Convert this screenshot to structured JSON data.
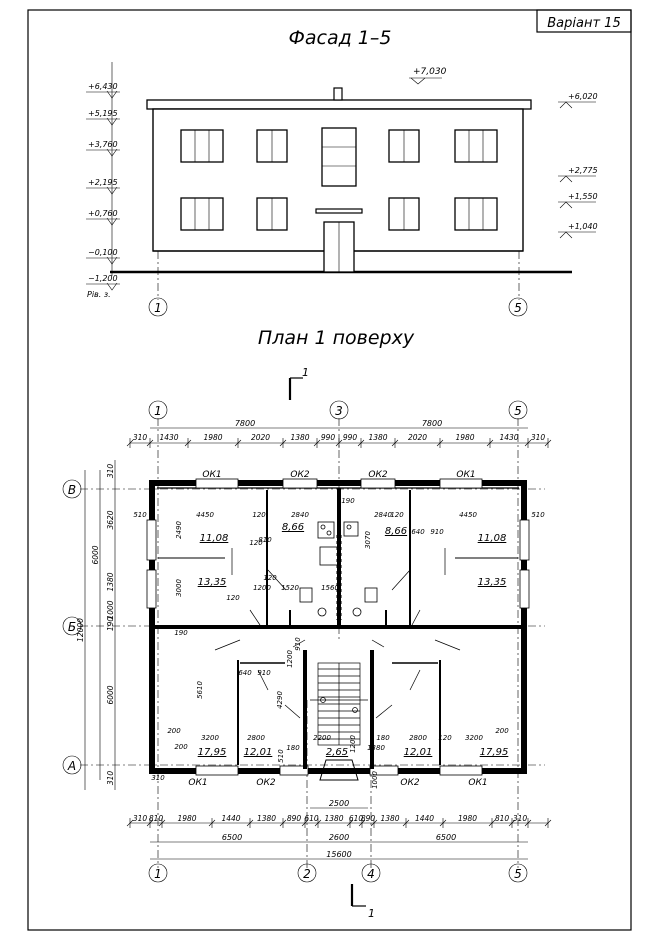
{
  "variant": "Варіант 15",
  "facade": {
    "title": "Фасад 1–5",
    "left_marks": [
      "+6,430",
      "+5,195",
      "+3,760",
      "+2,195",
      "+0,760",
      "−0,100",
      "−1,200"
    ],
    "ground_note": "Рів. з.",
    "right_marks": [
      "+6,020",
      "+2,775",
      "+1,550",
      "+1,040"
    ],
    "top_mark": "+7,030",
    "axes": [
      "1",
      "5"
    ]
  },
  "plan": {
    "title": "План 1 поверху",
    "section": "1",
    "axes_top": [
      "1",
      "3",
      "5"
    ],
    "axes_bottom": [
      "1",
      "2",
      "4",
      "5"
    ],
    "axes_left": [
      "В",
      "Б",
      "А"
    ],
    "top_totals": [
      "7800",
      "7800"
    ],
    "top_chain": [
      "310",
      "1430",
      "1980",
      "2020",
      "1380",
      "990",
      "990",
      "1380",
      "2020",
      "1980",
      "1430",
      "310"
    ],
    "bottom_chain": [
      "310",
      "810",
      "1980",
      "1440",
      "1380",
      "890",
      "610",
      "1380",
      "610",
      "890",
      "1380",
      "1440",
      "1980",
      "810",
      "310"
    ],
    "bottom_sub": [
      "6500",
      "2600",
      "6500"
    ],
    "bottom_total": "15600",
    "porch": "2500",
    "left_chain": [
      "310",
      "3620",
      "1380",
      "1000",
      "190",
      "6000",
      "6000",
      "12000",
      "310"
    ],
    "rooms": [
      "11,08",
      "8,66",
      "8,66",
      "11,08",
      "13,35",
      "13,35",
      "17,95",
      "12,01",
      "2,65",
      "12,01",
      "17,95"
    ],
    "windows": [
      "ОК1",
      "ОК2",
      "ОК2",
      "ОК1",
      "ОК1",
      "ОК2",
      "ОК2",
      "ОК1"
    ],
    "inner_dims": [
      "4450",
      "120",
      "2840",
      "190",
      "2840",
      "120",
      "4450",
      "510",
      "510",
      "2490",
      "3070",
      "3000",
      "120",
      "810",
      "640",
      "910",
      "1200",
      "1520",
      "120",
      "190",
      "910",
      "1200",
      "5610",
      "4290",
      "640",
      "910",
      "200",
      "3200",
      "2800",
      "180",
      "2200",
      "180",
      "2800",
      "120",
      "3200",
      "200",
      "1200",
      "1000",
      "510",
      "200",
      "310",
      "120",
      "1380",
      "1560"
    ]
  }
}
